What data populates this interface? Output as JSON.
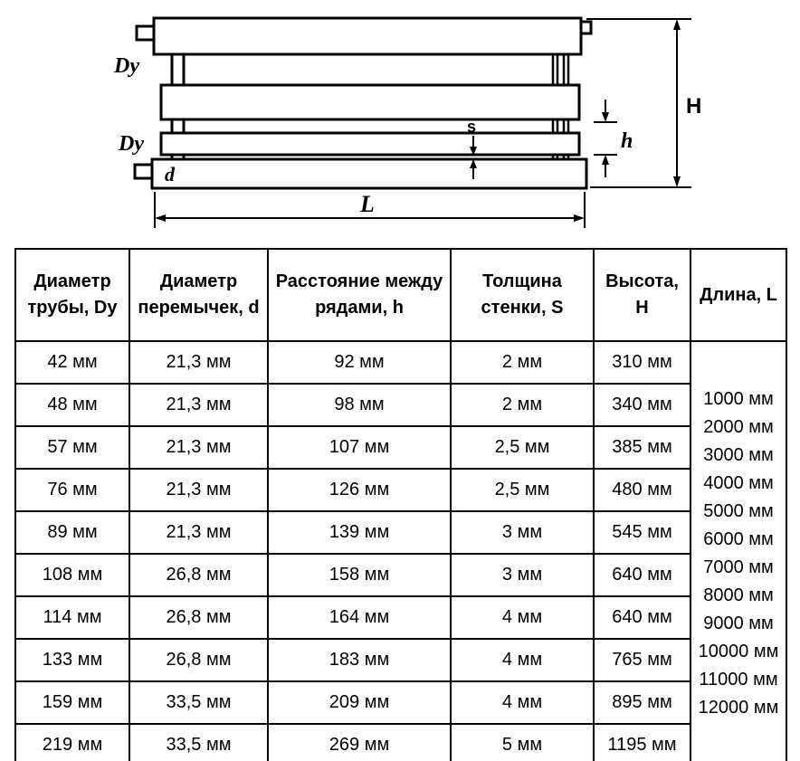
{
  "diagram": {
    "labels": {
      "dy_top": "Dy",
      "dy_bottom": "Dy",
      "d": "d",
      "s": "s",
      "h": "h",
      "H": "H",
      "L": "L"
    }
  },
  "table": {
    "headers": [
      "Диаметр трубы, Dy",
      "Диаметр перемычек, d",
      "Расстояние между рядами, h",
      "Толщина стенки, S",
      "Высота, H",
      "Длина, L"
    ],
    "rows": [
      [
        "42 мм",
        "21,3 мм",
        "92 мм",
        "2 мм",
        "310 мм"
      ],
      [
        "48 мм",
        "21,3 мм",
        "98 мм",
        "2 мм",
        "340 мм"
      ],
      [
        "57 мм",
        "21,3 мм",
        "107 мм",
        "2,5 мм",
        "385 мм"
      ],
      [
        "76 мм",
        "21,3 мм",
        "126 мм",
        "2,5 мм",
        "480 мм"
      ],
      [
        "89 мм",
        "21,3 мм",
        "139 мм",
        "3 мм",
        "545 мм"
      ],
      [
        "108 мм",
        "26,8 мм",
        "158 мм",
        "3 мм",
        "640 мм"
      ],
      [
        "114 мм",
        "26,8 мм",
        "164 мм",
        "4 мм",
        "640 мм"
      ],
      [
        "133 мм",
        "26,8 мм",
        "183 мм",
        "4 мм",
        "765 мм"
      ],
      [
        "159 мм",
        "33,5 мм",
        "209 мм",
        "4 мм",
        "895 мм"
      ],
      [
        "219 мм",
        "33,5 мм",
        "269 мм",
        "5 мм",
        "1195 мм"
      ]
    ],
    "lengths": [
      "1000 мм",
      "2000 мм",
      "3000 мм",
      "4000 мм",
      "5000 мм",
      "6000 мм",
      "7000 мм",
      "8000 мм",
      "9000 мм",
      "10000 мм",
      "11000 мм",
      "12000 мм"
    ]
  }
}
